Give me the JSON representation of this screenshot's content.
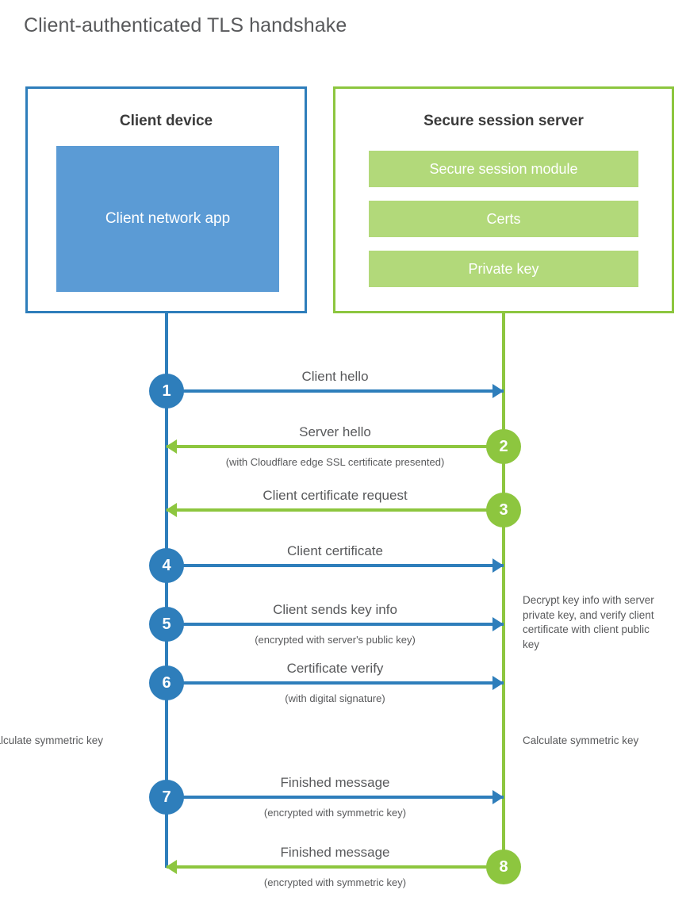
{
  "title": "Client-authenticated TLS handshake",
  "colors": {
    "blue_line": "#2e7ebb",
    "blue_fill": "#5b9bd5",
    "green_line": "#8dc63f",
    "green_fill": "#b2d97a",
    "text": "#58595b"
  },
  "participants": {
    "client": {
      "title": "Client device",
      "app_label": "Client network app"
    },
    "server": {
      "title": "Secure session server",
      "components": [
        "Secure session module",
        "Certs",
        "Private key"
      ]
    }
  },
  "steps": [
    {
      "number": "1",
      "label": "Client hello",
      "sub": "",
      "direction": "client-to-server",
      "color": "blue"
    },
    {
      "number": "2",
      "label": "Server hello",
      "sub": "(with Cloudflare edge SSL certificate presented)",
      "direction": "server-to-client",
      "color": "green"
    },
    {
      "number": "3",
      "label": "Client certificate request",
      "sub": "",
      "direction": "server-to-client",
      "color": "green"
    },
    {
      "number": "4",
      "label": "Client certificate",
      "sub": "",
      "direction": "client-to-server",
      "color": "blue"
    },
    {
      "number": "5",
      "label": "Client sends key info",
      "sub": "(encrypted with server's public key)",
      "direction": "client-to-server",
      "color": "blue"
    },
    {
      "number": "6",
      "label": "Certificate verify",
      "sub": "(with digital signature)",
      "direction": "client-to-server",
      "color": "blue"
    },
    {
      "number": "7",
      "label": "Finished message",
      "sub": "(encrypted with symmetric key)",
      "direction": "client-to-server",
      "color": "blue"
    },
    {
      "number": "8",
      "label": "Finished message",
      "sub": "(encrypted with symmetric key)",
      "direction": "server-to-client",
      "color": "green"
    }
  ],
  "annotations": {
    "server_decrypt": "Decrypt key info with server private key, and verify client certificate with client public key",
    "client_calculate": "Calculate symmetric key",
    "server_calculate": "Calculate symmetric key"
  }
}
